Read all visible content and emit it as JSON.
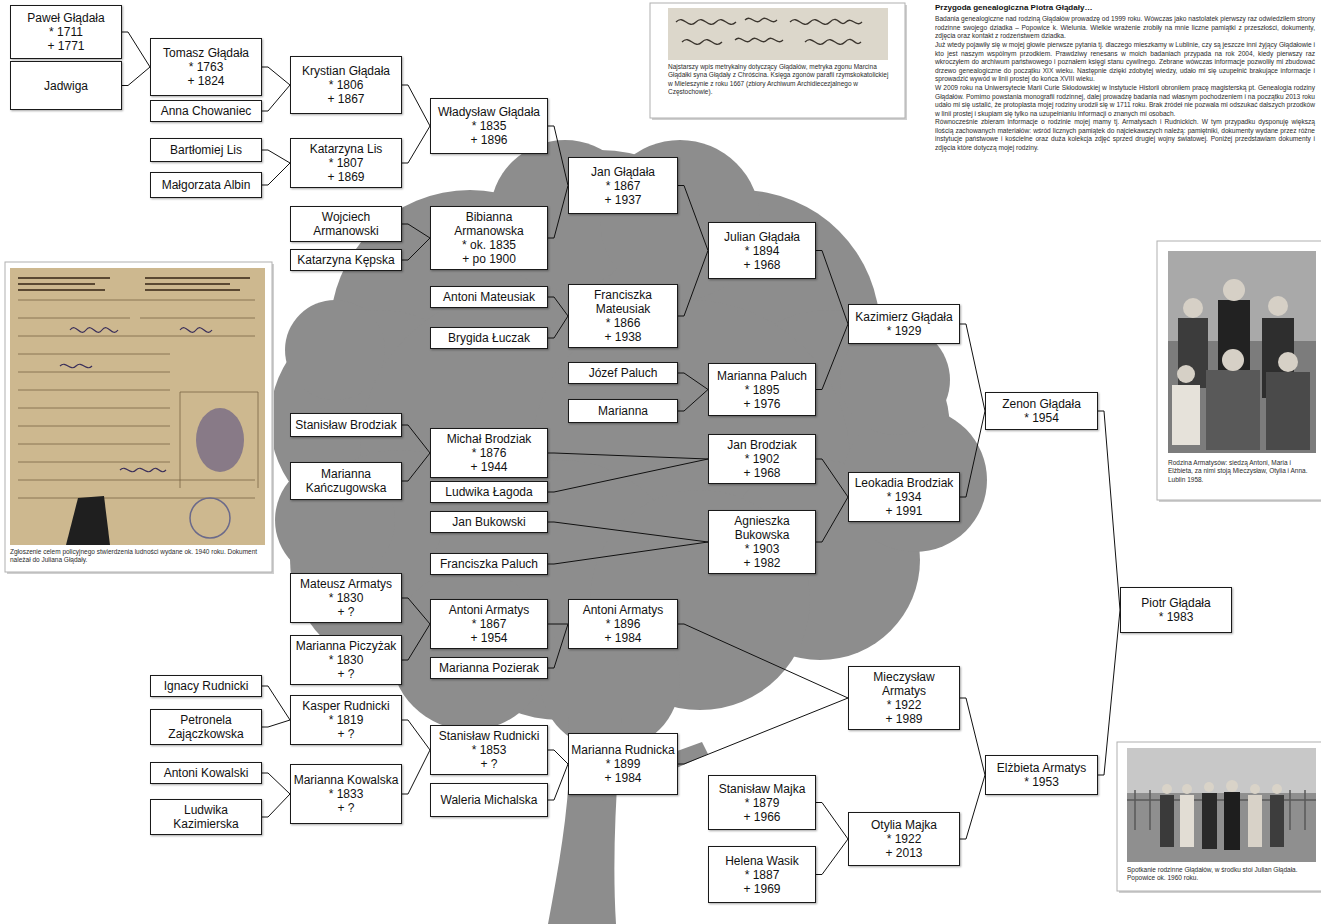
{
  "diagram": {
    "title": "Przygoda genealogiczna Piotra Głądały…",
    "nodes": [
      {
        "text": [
          "Paweł Głądała",
          "* 1711",
          "+ 1771"
        ]
      },
      {
        "text": [
          "Jadwiga"
        ]
      },
      {
        "text": [
          "Tomasz Głądała",
          "* 1763",
          "+ 1824"
        ]
      },
      {
        "text": [
          "Anna Chowaniec"
        ]
      },
      {
        "text": [
          "Krystian Głądała",
          "* 1806",
          "+ 1867"
        ]
      },
      {
        "text": [
          "Bartłomiej Lis"
        ]
      },
      {
        "text": [
          "Katarzyna Lis",
          "* 1807",
          "+ 1869"
        ]
      },
      {
        "text": [
          "Małgorzata Albin"
        ]
      },
      {
        "text": [
          "Władysław Głądała",
          "* 1835",
          "+ 1896"
        ]
      },
      {
        "text": [
          "Jan Głądała",
          "* 1867",
          "+ 1937"
        ]
      },
      {
        "text": [
          "Wojciech Armanowski"
        ]
      },
      {
        "text": [
          "Bibianna Armanowska",
          "* ok. 1835",
          "+ po 1900"
        ]
      },
      {
        "text": [
          "Katarzyna Kępska"
        ]
      },
      {
        "text": [
          "Julian Głądała",
          "* 1894",
          "+ 1968"
        ]
      },
      {
        "text": [
          "Antoni Mateusiak"
        ]
      },
      {
        "text": [
          "Franciszka Mateusiak",
          "* 1866",
          "+ 1938"
        ]
      },
      {
        "text": [
          "Kazimierz Głądała",
          "* 1929"
        ]
      },
      {
        "text": [
          "Brygida Łuczak"
        ]
      },
      {
        "text": [
          "Józef Paluch"
        ]
      },
      {
        "text": [
          "Marianna Paluch",
          "* 1895",
          "+ 1976"
        ]
      },
      {
        "text": [
          "Marianna"
        ]
      },
      {
        "text": [
          "Zenon Głądała",
          "* 1954"
        ]
      },
      {
        "text": [
          "Stanisław Brodziak"
        ]
      },
      {
        "text": [
          "Michał Brodziak",
          "* 1876",
          "+ 1944"
        ]
      },
      {
        "text": [
          "Jan Brodziak",
          "* 1902",
          "+ 1968"
        ]
      },
      {
        "text": [
          "Marianna Kańczugowska"
        ]
      },
      {
        "text": [
          "Ludwika Łagoda"
        ]
      },
      {
        "text": [
          "Leokadia Brodziak",
          "* 1934",
          "+ 1991"
        ]
      },
      {
        "text": [
          "Jan Bukowski"
        ]
      },
      {
        "text": [
          "Agnieszka Bukowska",
          "* 1903",
          "+ 1982"
        ]
      },
      {
        "text": [
          "Franciszka Paluch"
        ]
      },
      {
        "text": [
          "Mateusz Armatys",
          "* 1830",
          "+ ?"
        ]
      },
      {
        "text": [
          "Piotr Głądała",
          "* 1983"
        ]
      },
      {
        "text": [
          "Antoni Armatys",
          "* 1867",
          "+ 1954"
        ]
      },
      {
        "text": [
          "Antoni Armatys",
          "* 1896",
          "+ 1984"
        ]
      },
      {
        "text": [
          "Marianna Piczyżak",
          "* 1830",
          "+ ?"
        ]
      },
      {
        "text": [
          "Marianna Pozierak"
        ]
      },
      {
        "text": [
          "Ignacy Rudnicki"
        ]
      },
      {
        "text": [
          "Mieczysław Armatys",
          "* 1922",
          "+ 1989"
        ]
      },
      {
        "text": [
          "Kasper Rudnicki",
          "* 1819",
          "+ ?"
        ]
      },
      {
        "text": [
          "Petronela Zajączkowska"
        ]
      },
      {
        "text": [
          "Stanisław Rudnicki",
          "* 1853",
          "+ ?"
        ]
      },
      {
        "text": [
          "Marianna Rudnicka",
          "* 1899",
          "+ 1984"
        ]
      },
      {
        "text": [
          "Antoni Kowalski"
        ]
      },
      {
        "text": [
          "Elżbieta Armatys",
          "* 1953"
        ]
      },
      {
        "text": [
          "Marianna Kowalska",
          "* 1833",
          "+ ?"
        ]
      },
      {
        "text": [
          "Waleria Michalska"
        ]
      },
      {
        "text": [
          "Stanisław Majka",
          "* 1879",
          "+ 1966"
        ]
      },
      {
        "text": [
          "Ludwika Kazimierska"
        ]
      },
      {
        "text": [
          "Otylia Majka",
          "* 1922",
          "+ 2013"
        ]
      },
      {
        "text": [
          "Helena Wasik",
          "* 1887",
          "+ 1969"
        ]
      }
    ],
    "edges": [
      {
        "from": 0,
        "to": 2,
        "arrow": "none"
      },
      {
        "from": 1,
        "to": 2,
        "arrow": "none"
      },
      {
        "from": 2,
        "to": 4,
        "arrow": "none"
      },
      {
        "from": 3,
        "to": 4,
        "arrow": "none"
      },
      {
        "from": 5,
        "to": 6,
        "arrow": "none"
      },
      {
        "from": 7,
        "to": 6,
        "arrow": "none"
      },
      {
        "from": 4,
        "to": 8,
        "arrow": "none"
      },
      {
        "from": 6,
        "to": 8,
        "arrow": "none"
      },
      {
        "from": 8,
        "to": 9,
        "arrow": "none"
      },
      {
        "from": 11,
        "to": 9,
        "arrow": "none"
      },
      {
        "from": 10,
        "to": 11,
        "arrow": "none"
      },
      {
        "from": 12,
        "to": 11,
        "arrow": "none"
      },
      {
        "from": 9,
        "to": 13,
        "arrow": "none"
      },
      {
        "from": 15,
        "to": 13,
        "arrow": "none"
      },
      {
        "from": 14,
        "to": 15,
        "arrow": "none"
      },
      {
        "from": 17,
        "to": 15,
        "arrow": "none"
      },
      {
        "from": 13,
        "to": 16,
        "arrow": "none"
      },
      {
        "from": 19,
        "to": 16,
        "arrow": "none"
      },
      {
        "from": 18,
        "to": 19,
        "arrow": "none"
      },
      {
        "from": 20,
        "to": 19,
        "arrow": "none"
      },
      {
        "from": 16,
        "to": 21,
        "arrow": "none"
      },
      {
        "from": 27,
        "to": 21,
        "arrow": "none"
      },
      {
        "from": 22,
        "to": 23,
        "arrow": "none"
      },
      {
        "from": 25,
        "to": 23,
        "arrow": "none"
      },
      {
        "from": 23,
        "to": 24,
        "arrow": "none"
      },
      {
        "from": 26,
        "to": 24,
        "arrow": "none"
      },
      {
        "from": 24,
        "to": 27,
        "arrow": "none"
      },
      {
        "from": 29,
        "to": 27,
        "arrow": "none"
      },
      {
        "from": 28,
        "to": 29,
        "arrow": "none"
      },
      {
        "from": 30,
        "to": 29,
        "arrow": "none"
      },
      {
        "from": 21,
        "to": 32,
        "arrow": "none"
      },
      {
        "from": 44,
        "to": 32,
        "arrow": "none"
      },
      {
        "from": 31,
        "to": 33,
        "arrow": "none"
      },
      {
        "from": 35,
        "to": 33,
        "arrow": "none"
      },
      {
        "from": 33,
        "to": 34,
        "arrow": "none"
      },
      {
        "from": 36,
        "to": 34,
        "arrow": "none"
      },
      {
        "from": 37,
        "to": 39,
        "arrow": "none"
      },
      {
        "from": 40,
        "to": 39,
        "arrow": "none"
      },
      {
        "from": 43,
        "to": 45,
        "arrow": "none"
      },
      {
        "from": 48,
        "to": 45,
        "arrow": "none"
      },
      {
        "from": 39,
        "to": 41,
        "arrow": "none"
      },
      {
        "from": 45,
        "to": 41,
        "arrow": "none"
      },
      {
        "from": 41,
        "to": 42,
        "arrow": "none"
      },
      {
        "from": 46,
        "to": 42,
        "arrow": "none"
      },
      {
        "from": 34,
        "to": 38,
        "arrow": "none"
      },
      {
        "from": 42,
        "to": 38,
        "arrow": "none"
      },
      {
        "from": 47,
        "to": 49,
        "arrow": "none"
      },
      {
        "from": 50,
        "to": 49,
        "arrow": "none"
      },
      {
        "from": 38,
        "to": 44,
        "arrow": "none"
      },
      {
        "from": 49,
        "to": 44,
        "arrow": "none"
      }
    ],
    "labels": [
      "Badania genealogiczne nad rodziną Głądałów prowadzę od 1999 roku. Wówczas jako nastolatek pierwszy raz odwiedziłem strony rodzinne swojego dziadka – Popowice k. Wielunia. Wielkie wrażenie zrobiły na mnie liczne pamiątki z przeszłości, dokumenty, zdjęcia oraz kontakt z rodzeństwem dziadka.",
      "Już wtedy pojawiły się w mojej głowie pierwsze pytania tj. dlaczego mieszkamy w Lublinie, czy są jeszcze inni żyjący Głądałowie i kto jest naszym wspólnym przodkiem. Prawdziwy renesans w moich badaniach przypada na rok 2004, kiedy pierwszy raz wkroczyłem do archiwum państwowego i poznałem księgi stanu cywilnego. Zebrane wówczas informacje pozwoliły mi zbudować drzewo genealogiczne do początku XIX wieku. Następnie dzięki zdobytej wiedzy, udało mi się uzupełnić brakujące informacje i sprowadzić wywód w linii prostej do końca XVIII wieku.",
      "W 2009 roku na Uniwersytecie Marii Curie Skłodowskiej w Instytucie Historii obroniłem pracę magisterską pt. Genealogia rodziny Głądałów. Pomimo powstania monografii rodzinnej, dalej prowadzę badania nad własnym pochodzeniem i na początku 2013 roku udało mi się ustalić, że protoplasta mojej rodziny urodził się w 1711 roku. Brak źródeł nie pozwala mi odszukać dalszych przodków w linii prostej i skupiam się tylko na uzupełnianiu informacji o znanych mi osobach.",
      "Równocześnie zbieram informacje o rodzinie mojej mamy tj. Armatysach i Rudnickich. W tym przypadku dysponuję większą ilością zachowanych materiałów: wśród licznych pamiątek do najciekawszych należą: pamiętniki, dokumenty wydane przez różne instytucje państwowe i kościelne oraz duża kolekcja zdjęć sprzed drugiej wojny światowej. Poniżej przedstawiam dokumenty i zdjęcia które dotyczą mojej rodziny.",
      "Najstarszy wpis metrykalny dotyczący Głądałów, metryka zgonu Marcina Głądałki syna Głądały z Chróścina. Księga zgonów parafii rzymskokatolickiej w Mieleszynie z roku 1667 (zbiory Archiwum Archidiecezjalnego w Częstochowie).",
      "Zgłoszenie celem policyjnego stwierdzenia ludności wydane ok. 1940 roku. Dokument należał do Juliana Głądały.",
      "Rodzina Armatysów: siedzą Antoni, Maria i Elżbieta, za nimi stoją Mieczysław, Otylia i Anna. Lublin 1958.",
      "Spotkanie rodzinne Głądałów, w środku stoi Julian Głądała. Popowice ok. 1960 roku."
    ]
  }
}
